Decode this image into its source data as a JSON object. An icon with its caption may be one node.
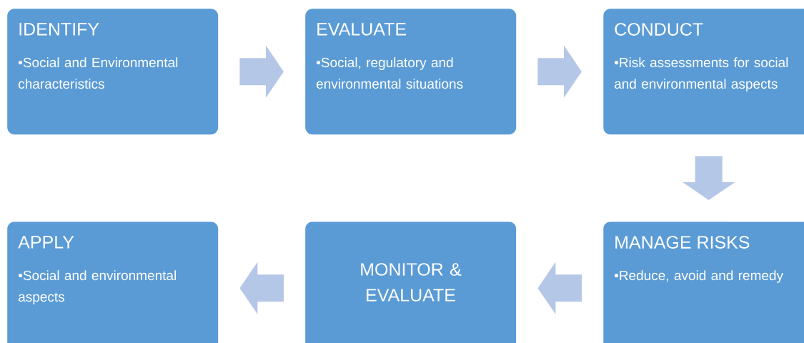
{
  "diagram": {
    "nodes": [
      {
        "text": [
          "IDENTIFY",
          "•Social and Environmental characteristics"
        ]
      },
      {
        "text": [
          "EVALUATE",
          "•Social, regulatory and environmental situations"
        ]
      },
      {
        "text": [
          "CONDUCT",
          "•Risk assessments for social and environmental aspects"
        ]
      },
      {
        "text": [
          "APPLY",
          "•Social and environmental aspects"
        ]
      },
      {
        "text": [
          "MONITOR & EVALUATE"
        ]
      },
      {
        "text": [
          "MANAGE RISKS",
          "•Reduce, avoid and remedy"
        ]
      }
    ],
    "edges": [
      {
        "from": 0,
        "to": 1,
        "arrow": "to"
      },
      {
        "from": 1,
        "to": 2,
        "arrow": "to"
      },
      {
        "from": 2,
        "to": 5,
        "arrow": "to"
      },
      {
        "from": 5,
        "to": 4,
        "arrow": "to"
      },
      {
        "from": 4,
        "to": 3,
        "arrow": "to"
      }
    ]
  }
}
